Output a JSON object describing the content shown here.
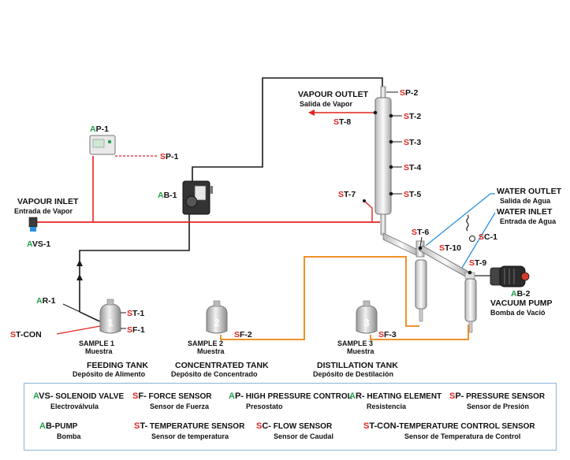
{
  "colors": {
    "red": "#e4231f",
    "green": "#22a04a",
    "black": "#1a1a1a",
    "orange": "#f0912a",
    "blue": "#2e8fe0",
    "legend_border": "#8ab3d6"
  },
  "labels": {
    "ap1": {
      "p": "A",
      "s": "P-1"
    },
    "sp1": {
      "p": "S",
      "s": "P-1"
    },
    "vapour_inlet": "VAPOUR INLET",
    "vapour_inlet_es": "Entrada de Vapor",
    "avs1": {
      "p": "A",
      "s": "VS-1"
    },
    "ab1": {
      "p": "A",
      "s": "B-1"
    },
    "vapour_outlet": "VAPOUR OUTLET",
    "vapour_outlet_es": "Salida de Vapor",
    "sp2": {
      "p": "S",
      "s": "P-2"
    },
    "st8": {
      "p": "S",
      "s": "T-8"
    },
    "st2": {
      "p": "S",
      "s": "T-2"
    },
    "st3": {
      "p": "S",
      "s": "T-3"
    },
    "st4": {
      "p": "S",
      "s": "T-4"
    },
    "st5": {
      "p": "S",
      "s": "T-5"
    },
    "st7": {
      "p": "S",
      "s": "T-7"
    },
    "st6": {
      "p": "S",
      "s": "T-6"
    },
    "st10": {
      "p": "S",
      "s": "T-10"
    },
    "st9": {
      "p": "S",
      "s": "T-9"
    },
    "sc1": {
      "p": "S",
      "s": "C-1"
    },
    "water_outlet": "WATER OUTLET",
    "water_outlet_es": "Salida de Agua",
    "water_inlet": "WATER INLET",
    "water_inlet_es": "Entrada de Agua",
    "ab2": {
      "p": "A",
      "s": "B-2"
    },
    "vacuum_pump": "VACUUM PUMP",
    "vacuum_pump_es": "Bomba de Vació",
    "ar1": {
      "p": "A",
      "s": "R-1"
    },
    "st1": {
      "p": "S",
      "s": "T-1"
    },
    "sf1": {
      "p": "S",
      "s": "F-1"
    },
    "stcon": {
      "p": "S",
      "s": "T-CON"
    },
    "sf2": {
      "p": "S",
      "s": "F-2"
    },
    "sf3": {
      "p": "S",
      "s": "F-3"
    },
    "sample1": "SAMPLE 1",
    "sample2": "SAMPLE 2",
    "sample3": "SAMPLE 3",
    "muestra": "Muestra",
    "tank1_num": "1",
    "tank2_num": "2",
    "tank3_num": "3",
    "feeding_tank": "FEEDING TANK",
    "feeding_tank_es": "Depósito de Alimento",
    "concentrated_tank": "CONCENTRATED TANK",
    "concentrated_tank_es": "Depósito de Concentrado",
    "distillation_tank": "DISTILLATION TANK",
    "distillation_tank_es": "Depósito de Destilación"
  },
  "legend": [
    {
      "code_p": "A",
      "code_s": "VS-",
      "name": "SOLENOID VALVE",
      "desc": "Electroválvula"
    },
    {
      "code_p": "S",
      "code_s": "F-",
      "name": "FORCE SENSOR",
      "desc": "Sensor de Fuerza"
    },
    {
      "code_p": "A",
      "code_s": "P-",
      "name": "HIGH PRESSURE CONTROL",
      "desc": "Presostato"
    },
    {
      "code_p": "A",
      "code_s": "R-",
      "name": "HEATING ELEMENT",
      "desc": "Resistencia"
    },
    {
      "code_p": "S",
      "code_s": "P-",
      "name": "PRESSURE SENSOR",
      "desc": "Sensor de Presión"
    },
    {
      "code_p": "A",
      "code_s": "B-",
      "name": "PUMP",
      "desc": "Bomba"
    },
    {
      "code_p": "S",
      "code_s": "T-",
      "name": "TEMPERATURE SENSOR",
      "desc": "Sensor de temperatura"
    },
    {
      "code_p": "S",
      "code_s": "C-",
      "name": "FLOW SENSOR",
      "desc": "Sensor de Caudal"
    },
    {
      "code_p": "S",
      "code_s": "T-CON-",
      "name": "TEMPERATURE CONTROL SENSOR",
      "desc": "Sensor de Temperatura de Control"
    }
  ]
}
